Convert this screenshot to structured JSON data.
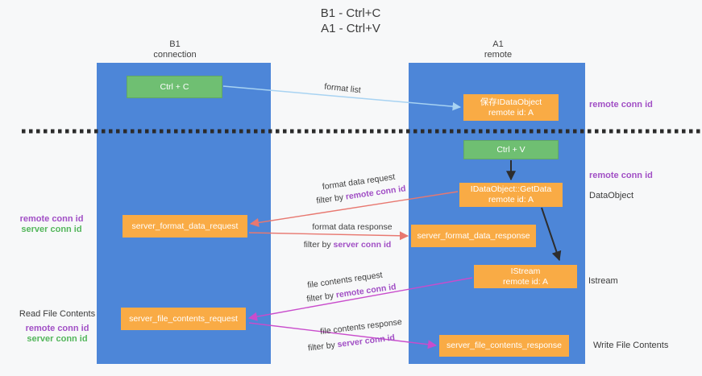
{
  "colors": {
    "background": "#f7f8f9",
    "column_blue": "#4d86d8",
    "box_green": "#6fbf72",
    "box_orange": "#f9ab45",
    "arrow_lightblue": "#a8d3f2",
    "arrow_black": "#2d2d2d",
    "arrow_salmon": "#e87870",
    "arrow_magenta": "#c94ccc",
    "separator": "#2b2b2b",
    "text_purple": "#a14fc5",
    "text_green": "#53b65b",
    "text_dark": "#3a3a3a"
  },
  "title": {
    "line1": "B1 - Ctrl+C",
    "line2": "A1 - Ctrl+V"
  },
  "lifelines": {
    "left": {
      "name": "B1",
      "role": "connection"
    },
    "right": {
      "name": "A1",
      "role": "remote"
    }
  },
  "boxes": {
    "ctrl_c": {
      "label": "Ctrl + C"
    },
    "ctrl_v": {
      "label": "Ctrl + V"
    },
    "save_idataobject": {
      "line1": "保存IDataObject",
      "line2": "remote id: A"
    },
    "getdata": {
      "line1": "IDataObject::GetData",
      "line2": "remote id: A"
    },
    "istream": {
      "line1": "IStream",
      "line2": "remote id: A"
    },
    "format_request": {
      "label": "server_format_data_request"
    },
    "format_response": {
      "label": "server_format_data_response"
    },
    "file_request": {
      "label": "server_file_contents_request"
    },
    "file_response": {
      "label": "server_file_contents_response"
    }
  },
  "edge_labels": {
    "format_list": "format list",
    "format_data_request": "format data request",
    "format_data_response": "format data response",
    "file_contents_request": "file contents request",
    "file_contents_response": "file contents response",
    "filter_by": "filter by ",
    "remote_conn_id": "remote conn id",
    "server_conn_id": "server conn id"
  },
  "side_labels": {
    "right_remote_conn_top": "remote conn id",
    "right_remote_conn_mid": "remote conn id",
    "dataobject": "DataObject",
    "istream": "Istream",
    "write_file_contents": "Write File Contents",
    "read_file_contents": "Read File Contents",
    "left_remote_conn_mid": "remote conn id",
    "left_server_conn_mid": "server conn id",
    "left_remote_conn_bottom": "remote conn id",
    "left_server_conn_bottom": "server conn id"
  }
}
